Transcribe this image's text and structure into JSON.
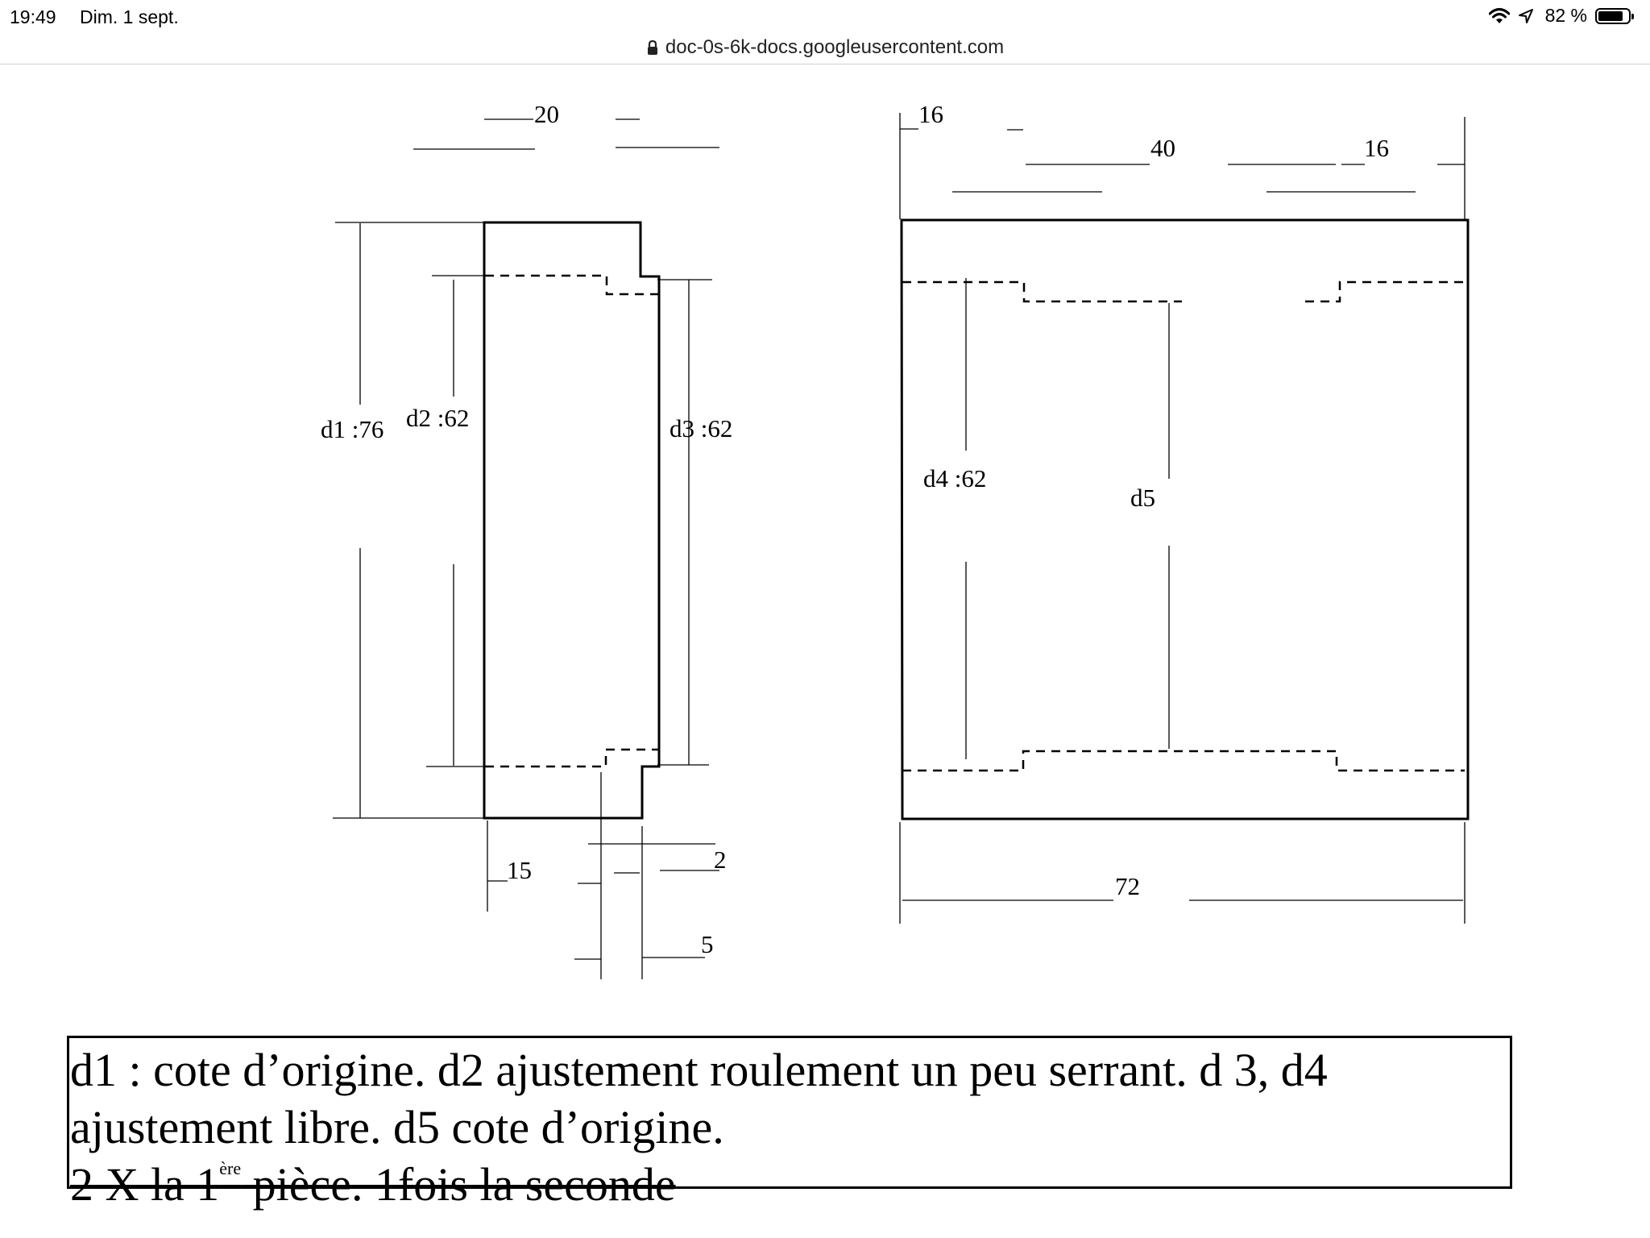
{
  "status_bar": {
    "time": "19:49",
    "date": "Dim. 1 sept.",
    "battery_percent_text": "82 %",
    "battery_level": 0.82,
    "icons": [
      "wifi-icon",
      "location-arrow-icon",
      "battery-icon"
    ]
  },
  "url_bar": {
    "url": "doc-0s-6k-docs.googleusercontent.com",
    "icon": "lock-icon"
  },
  "drawing": {
    "part1": {
      "top_dim": "20",
      "d1": "d1 :76",
      "d2": "d2 :62",
      "d3": "d3 :62",
      "dim_15": "15",
      "dim_2": "2",
      "dim_5": "5"
    },
    "part2": {
      "dim_16_left": "16",
      "dim_40": "40",
      "dim_16_right": "16",
      "d4": "d4 :62",
      "d5": "d5",
      "dim_72": "72"
    }
  },
  "note": {
    "line1": "d1 : cote d’origine. d2 ajustement roulement un peu serrant. d 3, d4",
    "line2": "ajustement libre. d5 cote d’origine.",
    "line3_prefix": "2 X la 1",
    "line3_sup": "ère",
    "line3_suffix": " pièce.  1fois la seconde"
  }
}
